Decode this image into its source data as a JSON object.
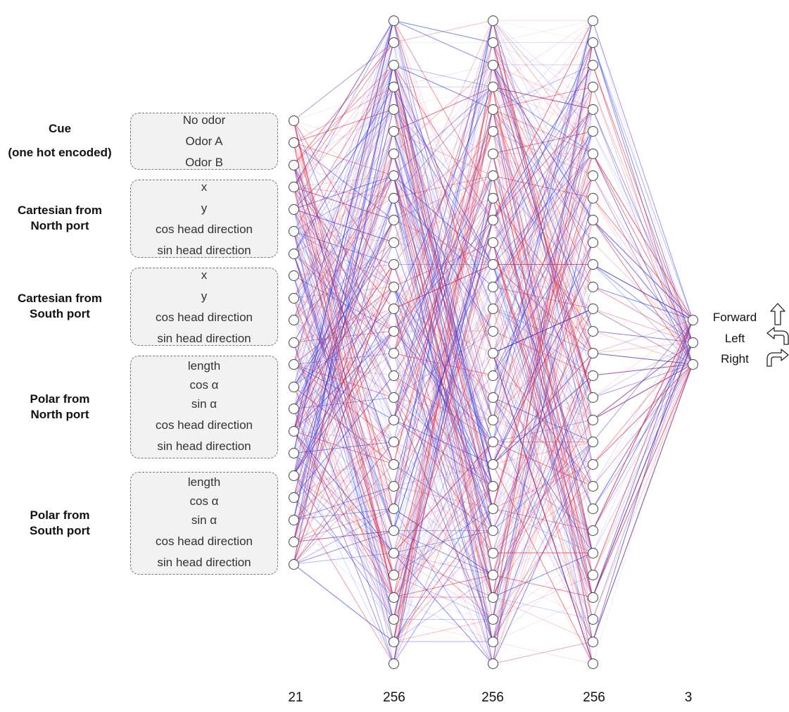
{
  "groups": [
    {
      "title": "Cue",
      "subtitle": "(one hot encoded)",
      "labels": [
        "No odor",
        "Odor A",
        "Odor B"
      ]
    },
    {
      "title": "Cartesian from\nNorth port",
      "labels": [
        "x",
        "y",
        "cos head direction",
        "sin head direction"
      ]
    },
    {
      "title": "Cartesian from\nSouth port",
      "labels": [
        "x",
        "y",
        "cos head direction",
        "sin head direction"
      ]
    },
    {
      "title": "Polar from\nNorth port",
      "labels": [
        "length",
        "cos α",
        "sin α",
        "cos head direction",
        "sin head direction"
      ]
    },
    {
      "title": "Polar from\nSouth port",
      "labels": [
        "length",
        "cos α",
        "sin α",
        "cos head direction",
        "sin head direction"
      ]
    }
  ],
  "layers": [
    {
      "size_label": "21"
    },
    {
      "size_label": "256"
    },
    {
      "size_label": "256"
    },
    {
      "size_label": "256"
    },
    {
      "size_label": "3"
    }
  ],
  "outputs": [
    {
      "label": "Forward",
      "icon": "arrow-up-icon"
    },
    {
      "label": "Left",
      "icon": "turn-left-icon"
    },
    {
      "label": "Right",
      "icon": "turn-right-icon"
    }
  ],
  "colors": {
    "positive_weight": "#e8263a",
    "negative_weight": "#2b35e8",
    "group_fill": "#f2f2f2",
    "node_stroke": "#444444"
  }
}
